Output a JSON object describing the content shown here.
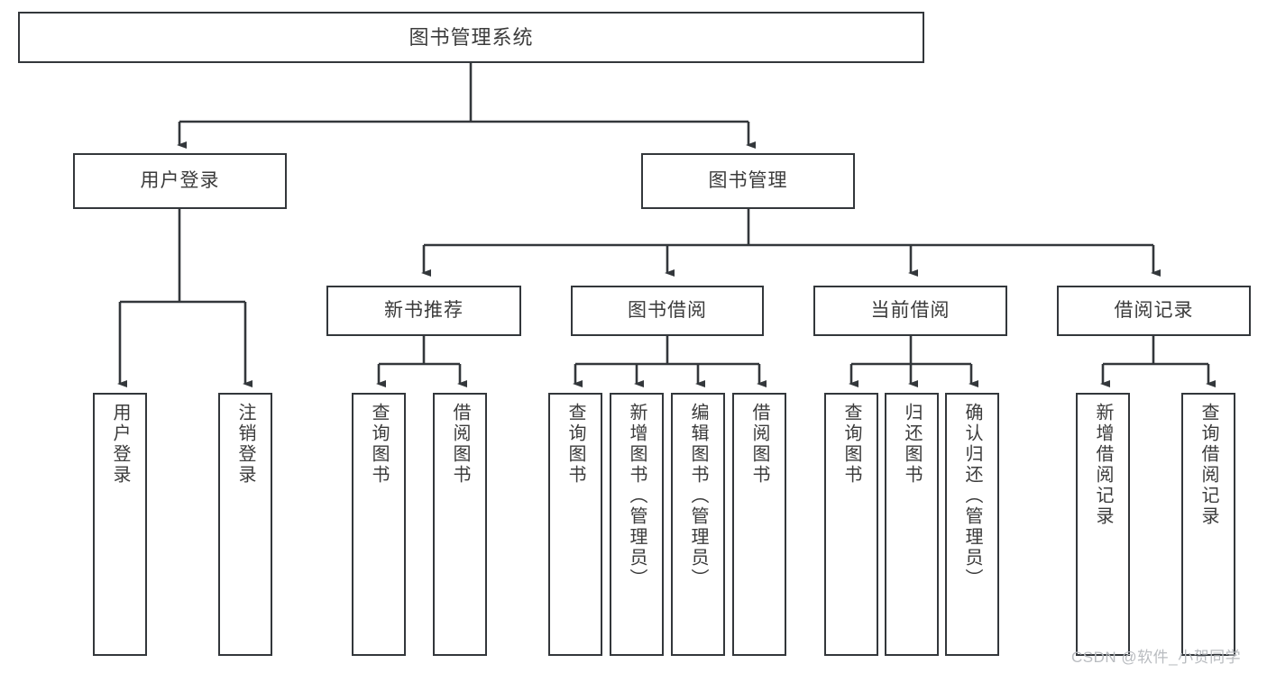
{
  "diagram": {
    "type": "tree",
    "title": "图书管理系统",
    "theme": {
      "background": "#ffffff",
      "box_stroke": "#33373b",
      "box_fill": "#ffffff",
      "text_color": "#3b3b3b",
      "connector_color": "#33373b",
      "watermark_color": "#b9bcc0"
    },
    "watermark": "CSDN @软件_小贺同学",
    "nodes": {
      "root": {
        "label": "图书管理系统"
      },
      "level2": [
        {
          "id": "user-login",
          "label": "用户登录"
        },
        {
          "id": "book-manage",
          "label": "图书管理"
        }
      ],
      "level3": [
        {
          "id": "new-book-recommend",
          "label": "新书推荐"
        },
        {
          "id": "book-borrow",
          "label": "图书借阅"
        },
        {
          "id": "current-borrow",
          "label": "当前借阅"
        },
        {
          "id": "borrow-record",
          "label": "借阅记录"
        }
      ],
      "leaves": {
        "user-login": [
          {
            "id": "leaf-user-login",
            "label": "用户登录"
          },
          {
            "id": "leaf-logout-login",
            "label": "注销登录"
          }
        ],
        "new-book-recommend": [
          {
            "id": "leaf-query-book-1",
            "label": "查询图书"
          },
          {
            "id": "leaf-borrow-book-1",
            "label": "借阅图书"
          }
        ],
        "book-borrow": [
          {
            "id": "leaf-query-book-2",
            "label": "查询图书"
          },
          {
            "id": "leaf-add-book",
            "label": "新增图书（管理员）"
          },
          {
            "id": "leaf-edit-book",
            "label": "编辑图书（管理员）"
          },
          {
            "id": "leaf-borrow-book-2",
            "label": "借阅图书"
          }
        ],
        "current-borrow": [
          {
            "id": "leaf-query-book-3",
            "label": "查询图书"
          },
          {
            "id": "leaf-return-book",
            "label": "归还图书"
          },
          {
            "id": "leaf-confirm-return",
            "label": "确认归还（管理员）"
          }
        ],
        "borrow-record": [
          {
            "id": "leaf-add-record",
            "label": "新增借阅记录"
          },
          {
            "id": "leaf-query-record",
            "label": "查询借阅记录"
          }
        ]
      }
    }
  }
}
